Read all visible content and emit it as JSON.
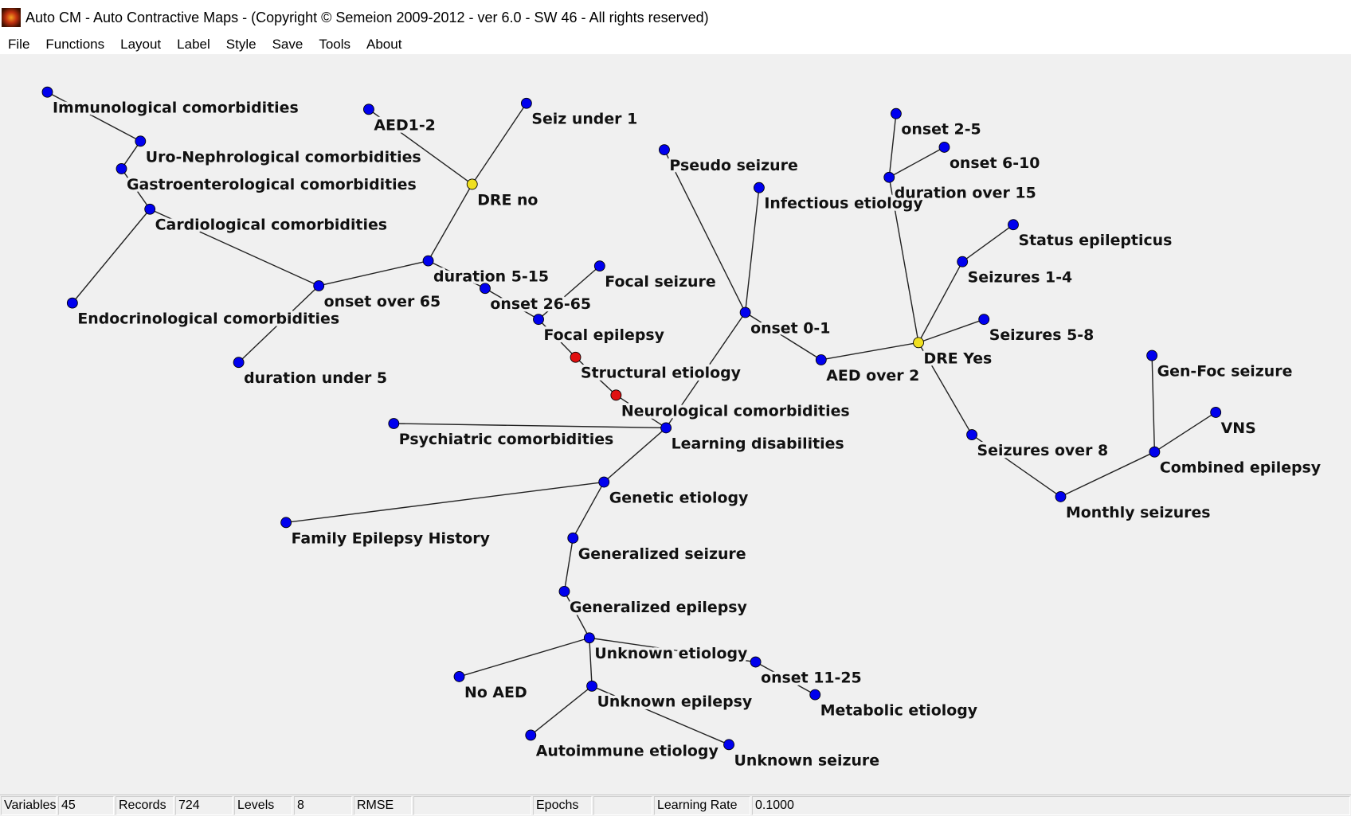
{
  "window": {
    "title": "Auto CM - Auto Contractive Maps -  (Copyright  ©  Semeion 2009-2012 - ver 6.0 - SW  46 - All rights reserved)"
  },
  "menu": [
    "File",
    "Functions",
    "Layout",
    "Label",
    "Style",
    "Save",
    "Tools",
    "About"
  ],
  "colors": {
    "node_default": "#0000ee",
    "node_hub": "#f0e020",
    "node_highlight": "#e01010",
    "edge": "#222222"
  },
  "graph": {
    "nodes": [
      {
        "id": "immuno",
        "label": "Immunological comorbidities",
        "color": "blue"
      },
      {
        "id": "uro",
        "label": "Uro-Nephrological comorbidities",
        "color": "blue"
      },
      {
        "id": "gastro",
        "label": "Gastroenterological comorbidities",
        "color": "blue"
      },
      {
        "id": "cardio",
        "label": "Cardiological comorbidities",
        "color": "blue"
      },
      {
        "id": "endo",
        "label": "Endocrinological comorbidities",
        "color": "blue"
      },
      {
        "id": "onset65",
        "label": "onset over 65",
        "color": "blue"
      },
      {
        "id": "dur5",
        "label": "duration under 5",
        "color": "blue"
      },
      {
        "id": "aed12",
        "label": "AED1-2",
        "color": "blue"
      },
      {
        "id": "seiz1",
        "label": "Seiz under 1",
        "color": "blue"
      },
      {
        "id": "dreno",
        "label": "DRE no",
        "color": "yellow"
      },
      {
        "id": "dur515",
        "label": "duration 5-15",
        "color": "blue"
      },
      {
        "id": "onset2665",
        "label": "onset 26-65",
        "color": "blue"
      },
      {
        "id": "focalseiz",
        "label": "Focal seizure",
        "color": "blue"
      },
      {
        "id": "focalepi",
        "label": "Focal epilepsy",
        "color": "blue"
      },
      {
        "id": "struct",
        "label": "Structural etiology",
        "color": "red"
      },
      {
        "id": "neuro",
        "label": "Neurological comorbidities",
        "color": "red"
      },
      {
        "id": "learn",
        "label": "Learning disabilities",
        "color": "blue"
      },
      {
        "id": "psych",
        "label": "Psychiatric comorbidities",
        "color": "blue"
      },
      {
        "id": "genetic",
        "label": "Genetic etiology",
        "color": "blue"
      },
      {
        "id": "family",
        "label": "Family Epilepsy History",
        "color": "blue"
      },
      {
        "id": "genseiz",
        "label": "Generalized seizure",
        "color": "blue"
      },
      {
        "id": "genepi",
        "label": "Generalized epilepsy",
        "color": "blue"
      },
      {
        "id": "unketi",
        "label": "Unknown etiology",
        "color": "blue"
      },
      {
        "id": "noaed",
        "label": "No AED",
        "color": "blue"
      },
      {
        "id": "unkepi",
        "label": "Unknown epilepsy",
        "color": "blue"
      },
      {
        "id": "autoimm",
        "label": "Autoimmune etiology",
        "color": "blue"
      },
      {
        "id": "unkseiz",
        "label": "Unknown seizure",
        "color": "blue"
      },
      {
        "id": "onset1125",
        "label": "onset 11-25",
        "color": "blue"
      },
      {
        "id": "metab",
        "label": "Metabolic etiology",
        "color": "blue"
      },
      {
        "id": "pseudo",
        "label": "Pseudo seizure",
        "color": "blue"
      },
      {
        "id": "infect",
        "label": "Infectious etiology",
        "color": "blue"
      },
      {
        "id": "onset01",
        "label": "onset 0-1",
        "color": "blue"
      },
      {
        "id": "aed2",
        "label": "AED over 2",
        "color": "blue"
      },
      {
        "id": "dreyes",
        "label": "DRE Yes",
        "color": "yellow"
      },
      {
        "id": "onset25",
        "label": "onset 2-5",
        "color": "blue"
      },
      {
        "id": "onset610",
        "label": "onset 6-10",
        "color": "blue"
      },
      {
        "id": "dur15",
        "label": "duration over 15",
        "color": "blue"
      },
      {
        "id": "status",
        "label": "Status epilepticus",
        "color": "blue"
      },
      {
        "id": "seiz14",
        "label": "Seizures 1-4",
        "color": "blue"
      },
      {
        "id": "seiz58",
        "label": "Seizures 5-8",
        "color": "blue"
      },
      {
        "id": "seiz8",
        "label": "Seizures over 8",
        "color": "blue"
      },
      {
        "id": "monthly",
        "label": "Monthly seizures",
        "color": "blue"
      },
      {
        "id": "combined",
        "label": "Combined epilepsy",
        "color": "blue"
      },
      {
        "id": "genfoc",
        "label": "Gen-Foc seizure",
        "color": "blue"
      },
      {
        "id": "vns",
        "label": "VNS",
        "color": "blue"
      }
    ],
    "edges": [
      [
        "immuno",
        "uro"
      ],
      [
        "uro",
        "gastro"
      ],
      [
        "gastro",
        "cardio"
      ],
      [
        "cardio",
        "endo"
      ],
      [
        "cardio",
        "onset65"
      ],
      [
        "onset65",
        "dur5"
      ],
      [
        "onset65",
        "dur515"
      ],
      [
        "dur515",
        "dreno"
      ],
      [
        "dreno",
        "aed12"
      ],
      [
        "dreno",
        "seiz1"
      ],
      [
        "dur515",
        "onset2665"
      ],
      [
        "onset2665",
        "focalepi"
      ],
      [
        "focalseiz",
        "focalepi"
      ],
      [
        "focalepi",
        "struct"
      ],
      [
        "struct",
        "neuro"
      ],
      [
        "neuro",
        "learn"
      ],
      [
        "learn",
        "psych"
      ],
      [
        "learn",
        "onset01"
      ],
      [
        "learn",
        "genetic"
      ],
      [
        "genetic",
        "family"
      ],
      [
        "genetic",
        "genseiz"
      ],
      [
        "genseiz",
        "genepi"
      ],
      [
        "genepi",
        "unketi"
      ],
      [
        "unketi",
        "noaed"
      ],
      [
        "unketi",
        "unkepi"
      ],
      [
        "unketi",
        "onset1125"
      ],
      [
        "onset1125",
        "metab"
      ],
      [
        "unkepi",
        "autoimm"
      ],
      [
        "unkepi",
        "unkseiz"
      ],
      [
        "onset01",
        "pseudo"
      ],
      [
        "onset01",
        "infect"
      ],
      [
        "onset01",
        "aed2"
      ],
      [
        "aed2",
        "dreyes"
      ],
      [
        "dreyes",
        "dur15"
      ],
      [
        "dur15",
        "onset25"
      ],
      [
        "dur15",
        "onset610"
      ],
      [
        "dreyes",
        "seiz14"
      ],
      [
        "seiz14",
        "status"
      ],
      [
        "dreyes",
        "seiz58"
      ],
      [
        "dreyes",
        "seiz8"
      ],
      [
        "seiz8",
        "monthly"
      ],
      [
        "monthly",
        "combined"
      ],
      [
        "combined",
        "genfoc"
      ],
      [
        "combined",
        "vns"
      ]
    ]
  },
  "status": {
    "variables_label": "Variables",
    "variables": "45",
    "records_label": "Records",
    "records": "724",
    "levels_label": "Levels",
    "levels": "8",
    "rmse_label": "RMSE",
    "rmse": "",
    "epochs_label": "Epochs",
    "epochs": "",
    "lr_label": "Learning Rate",
    "lr": "0.1000"
  }
}
